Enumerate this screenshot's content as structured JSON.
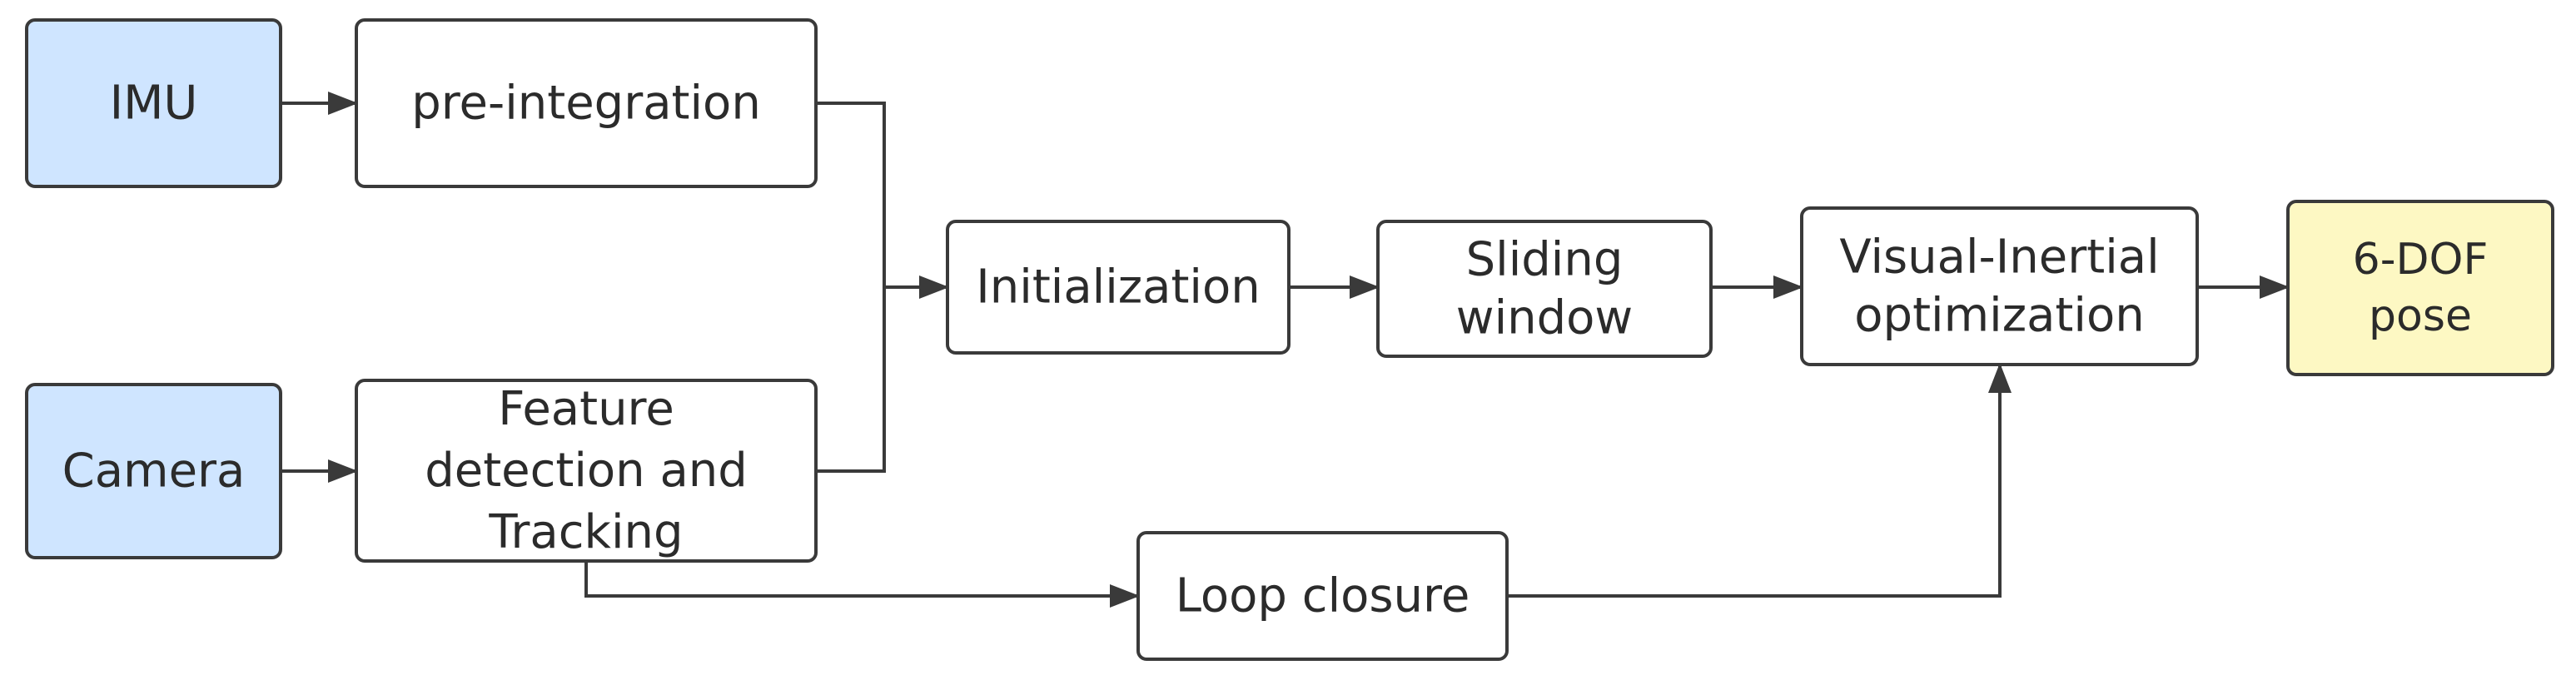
{
  "colors": {
    "sensor_fill": "#cfe5ff",
    "output_fill": "#fdf8c3",
    "process_fill": "#ffffff",
    "stroke": "#3a3a3a",
    "text": "#2b2b2b"
  },
  "nodes": {
    "imu": {
      "lines": [
        "IMU"
      ]
    },
    "pre_integration": {
      "lines": [
        "pre-integration"
      ]
    },
    "camera": {
      "lines": [
        "Camera"
      ]
    },
    "feature_tracking": {
      "lines": [
        "Feature",
        "detection and",
        "Tracking"
      ]
    },
    "initialization": {
      "lines": [
        "Initialization"
      ]
    },
    "sliding_window": {
      "lines": [
        "Sliding",
        "window"
      ]
    },
    "vi_optimization": {
      "lines": [
        "Visual-Inertial",
        "optimization"
      ]
    },
    "pose": {
      "lines": [
        "6-DOF",
        "pose"
      ]
    },
    "loop_closure": {
      "lines": [
        "Loop closure"
      ]
    }
  },
  "edges": [
    {
      "from": "imu",
      "to": "pre_integration"
    },
    {
      "from": "camera",
      "to": "feature_tracking"
    },
    {
      "from": "pre_integration",
      "to": "initialization"
    },
    {
      "from": "feature_tracking",
      "to": "initialization"
    },
    {
      "from": "initialization",
      "to": "sliding_window"
    },
    {
      "from": "sliding_window",
      "to": "vi_optimization"
    },
    {
      "from": "vi_optimization",
      "to": "pose"
    },
    {
      "from": "feature_tracking",
      "to": "loop_closure"
    },
    {
      "from": "loop_closure",
      "to": "vi_optimization"
    }
  ]
}
